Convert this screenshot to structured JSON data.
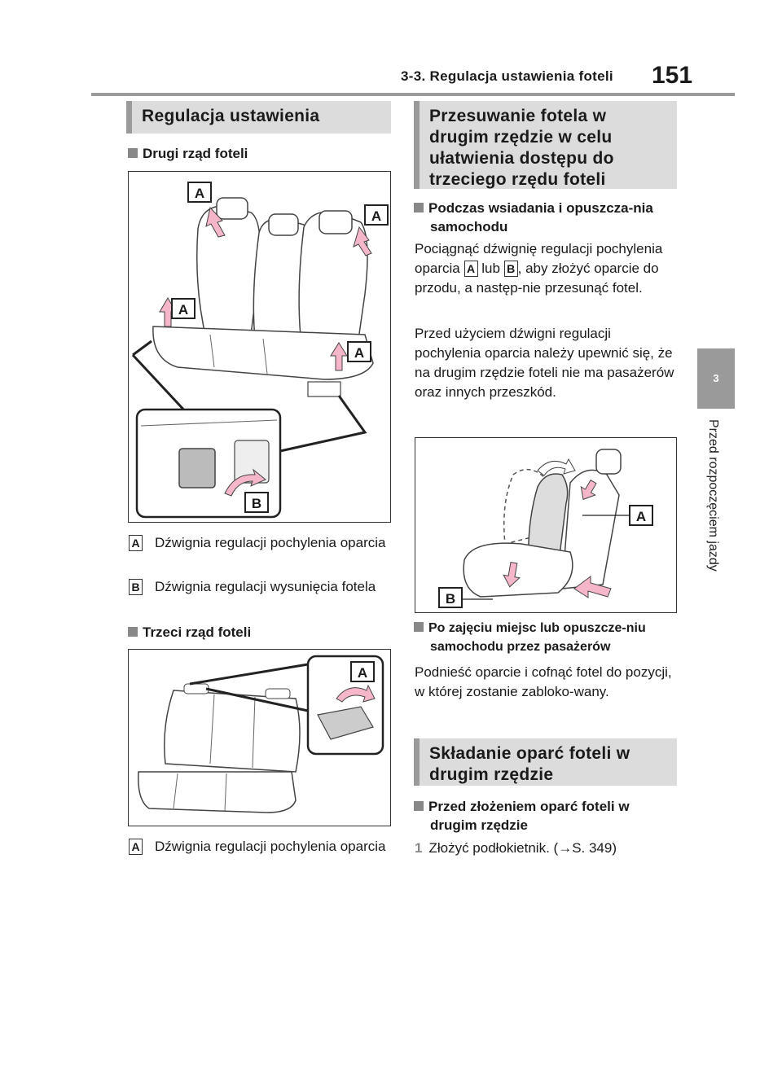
{
  "header": {
    "section": "3-3. Regulacja ustawienia foteli",
    "page_number": "151",
    "side_tab_number": "3",
    "side_tab_text": "Przed rozpoczęciem jazdy"
  },
  "left": {
    "heading": "Regulacja ustawienia",
    "bullet1": "Drugi rząd foteli",
    "fig1_labels": {
      "a": "A",
      "b": "B"
    },
    "legend1": [
      {
        "key": "A",
        "text": "Dźwignia regulacji pochylenia oparcia"
      },
      {
        "key": "B",
        "text": "Dźwignia regulacji wysunięcia fotela"
      }
    ],
    "bullet2": "Trzeci rząd foteli",
    "fig2_labels": {
      "a": "A"
    },
    "legend2": [
      {
        "key": "A",
        "text": "Dźwignia regulacji pochylenia oparcia"
      }
    ]
  },
  "right": {
    "heading1": "Przesuwanie fotela w drugim rzędzie w celu ułatwienia dostępu do trzeciego rzędu foteli",
    "bullet1": "Podczas wsiadania i opuszcza-nia samochodu",
    "para1_part1": "Pociągnąć dźwignię regulacji pochylenia oparcia",
    "para1_key_a": "A",
    "para1_mid": "lub",
    "para1_key_b": "B",
    "para1_part2": ", aby złożyć oparcie do przodu, a następ-nie przesunąć fotel.",
    "para2": "Przed użyciem dźwigni regulacji pochylenia oparcia należy upewnić się, że na drugim rzędzie foteli nie ma pasażerów oraz innych przeszkód.",
    "fig3_labels": {
      "a": "A",
      "b": "B"
    },
    "bullet2": "Po zajęciu miejsc lub opuszcze-niu samochodu przez pasażerów",
    "para3": "Podnieść oparcie i cofnąć fotel do pozycji, w której zostanie zabloko-wany.",
    "heading2": "Składanie oparć foteli w drugim rzędzie",
    "bullet3": "Przed złożeniem oparć foteli w drugim rzędzie",
    "step1_num": "1",
    "step1_text": "Złożyć podłokietnik. (→S. 349)"
  },
  "colors": {
    "accent_gray": "#9a9a9a",
    "heading_bg": "#dcdcdc",
    "arrow_pink": "#f4b6c8"
  }
}
